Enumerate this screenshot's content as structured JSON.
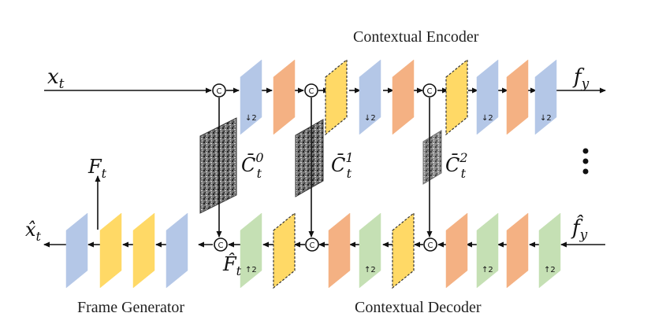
{
  "titles": {
    "encoder": "Contextual Encoder",
    "decoder": "Contextual Decoder",
    "generator": "Frame Generator"
  },
  "symbols": {
    "x_t": {
      "base": "x",
      "sub": "t"
    },
    "f_y": {
      "base": "f",
      "sub": "y"
    },
    "F_t": {
      "base": "F",
      "sub": "t"
    },
    "x_hat_t": {
      "base": "x̂",
      "sub": "t"
    },
    "F_hat_t": {
      "base": "F̂",
      "sub": "t"
    },
    "f_hat_y": {
      "base": "f̂",
      "sub": "y"
    },
    "C0": {
      "base": "C̄",
      "sub": "t",
      "sup": "0"
    },
    "C1": {
      "base": "C̄",
      "sub": "t",
      "sup": "1"
    },
    "C2": {
      "base": "C̄",
      "sub": "t",
      "sup": "2"
    }
  },
  "marks": {
    "concat": "C",
    "down2": "↓2",
    "up2": "↑2",
    "more": "⋮"
  },
  "colors": {
    "blue": "#b4c7e7",
    "peach": "#f4b183",
    "yellow": "#ffd966",
    "green": "#c5e0b4"
  }
}
